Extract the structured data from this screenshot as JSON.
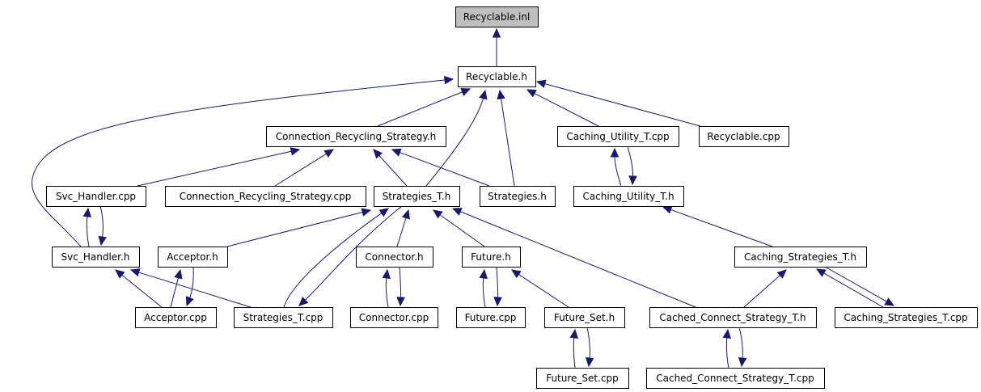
{
  "graph": {
    "type": "include-dependency-graph",
    "colors": {
      "edge": "#191970",
      "root_fill": "#bfbfbf",
      "node_fill": "#ffffff",
      "border": "#000000"
    },
    "nodes": [
      {
        "id": "recyclable_inl",
        "label": "Recyclable.inl",
        "root": true
      },
      {
        "id": "recyclable_h",
        "label": "Recyclable.h"
      },
      {
        "id": "conn_rec_strat_h",
        "label": "Connection_Recycling_Strategy.h"
      },
      {
        "id": "caching_util_cpp",
        "label": "Caching_Utility_T.cpp"
      },
      {
        "id": "recyclable_cpp",
        "label": "Recyclable.cpp"
      },
      {
        "id": "svc_handler_cpp",
        "label": "Svc_Handler.cpp"
      },
      {
        "id": "conn_rec_strat_cpp",
        "label": "Connection_Recycling_Strategy.cpp"
      },
      {
        "id": "strategies_t_h",
        "label": "Strategies_T.h"
      },
      {
        "id": "strategies_h",
        "label": "Strategies.h"
      },
      {
        "id": "caching_util_h",
        "label": "Caching_Utility_T.h"
      },
      {
        "id": "svc_handler_h",
        "label": "Svc_Handler.h"
      },
      {
        "id": "acceptor_h",
        "label": "Acceptor.h"
      },
      {
        "id": "connector_h",
        "label": "Connector.h"
      },
      {
        "id": "future_h",
        "label": "Future.h"
      },
      {
        "id": "caching_strat_h",
        "label": "Caching_Strategies_T.h"
      },
      {
        "id": "acceptor_cpp",
        "label": "Acceptor.cpp"
      },
      {
        "id": "strategies_t_cpp",
        "label": "Strategies_T.cpp"
      },
      {
        "id": "connector_cpp",
        "label": "Connector.cpp"
      },
      {
        "id": "future_cpp",
        "label": "Future.cpp"
      },
      {
        "id": "future_set_h",
        "label": "Future_Set.h"
      },
      {
        "id": "cached_conn_strat_h",
        "label": "Cached_Connect_Strategy_T.h"
      },
      {
        "id": "caching_strat_cpp",
        "label": "Caching_Strategies_T.cpp"
      },
      {
        "id": "future_set_cpp",
        "label": "Future_Set.cpp"
      },
      {
        "id": "cached_conn_strat_cpp",
        "label": "Cached_Connect_Strategy_T.cpp"
      }
    ],
    "edges": [
      {
        "from": "recyclable_h",
        "to": "recyclable_inl"
      },
      {
        "from": "conn_rec_strat_h",
        "to": "recyclable_h"
      },
      {
        "from": "svc_handler_h",
        "to": "recyclable_h"
      },
      {
        "from": "strategies_t_h",
        "to": "recyclable_h"
      },
      {
        "from": "strategies_h",
        "to": "recyclable_h"
      },
      {
        "from": "caching_util_cpp",
        "to": "recyclable_h"
      },
      {
        "from": "recyclable_cpp",
        "to": "recyclable_h"
      },
      {
        "from": "svc_handler_cpp",
        "to": "conn_rec_strat_h"
      },
      {
        "from": "conn_rec_strat_cpp",
        "to": "conn_rec_strat_h"
      },
      {
        "from": "strategies_t_h",
        "to": "conn_rec_strat_h"
      },
      {
        "from": "strategies_h",
        "to": "conn_rec_strat_h"
      },
      {
        "from": "caching_util_h",
        "to": "caching_util_cpp"
      },
      {
        "from": "caching_util_cpp",
        "to": "caching_util_h"
      },
      {
        "from": "svc_handler_h",
        "to": "svc_handler_cpp"
      },
      {
        "from": "svc_handler_cpp",
        "to": "svc_handler_h"
      },
      {
        "from": "acceptor_h",
        "to": "strategies_t_h"
      },
      {
        "from": "strategies_t_cpp",
        "to": "strategies_t_h"
      },
      {
        "from": "strategies_t_h",
        "to": "strategies_t_cpp"
      },
      {
        "from": "connector_h",
        "to": "strategies_t_h"
      },
      {
        "from": "future_h",
        "to": "strategies_t_h"
      },
      {
        "from": "cached_conn_strat_h",
        "to": "strategies_t_h"
      },
      {
        "from": "caching_strat_h",
        "to": "caching_util_h"
      },
      {
        "from": "acceptor_cpp",
        "to": "svc_handler_h"
      },
      {
        "from": "strategies_t_cpp",
        "to": "svc_handler_h"
      },
      {
        "from": "acceptor_cpp",
        "to": "acceptor_h"
      },
      {
        "from": "acceptor_h",
        "to": "acceptor_cpp"
      },
      {
        "from": "connector_cpp",
        "to": "connector_h"
      },
      {
        "from": "connector_h",
        "to": "connector_cpp"
      },
      {
        "from": "future_cpp",
        "to": "future_h"
      },
      {
        "from": "future_h",
        "to": "future_cpp"
      },
      {
        "from": "future_set_h",
        "to": "future_h"
      },
      {
        "from": "cached_conn_strat_h",
        "to": "caching_strat_h"
      },
      {
        "from": "caching_strat_cpp",
        "to": "caching_strat_h"
      },
      {
        "from": "caching_strat_h",
        "to": "caching_strat_cpp"
      },
      {
        "from": "future_set_cpp",
        "to": "future_set_h"
      },
      {
        "from": "future_set_h",
        "to": "future_set_cpp"
      },
      {
        "from": "cached_conn_strat_cpp",
        "to": "cached_conn_strat_h"
      },
      {
        "from": "cached_conn_strat_h",
        "to": "cached_conn_strat_cpp"
      }
    ]
  }
}
